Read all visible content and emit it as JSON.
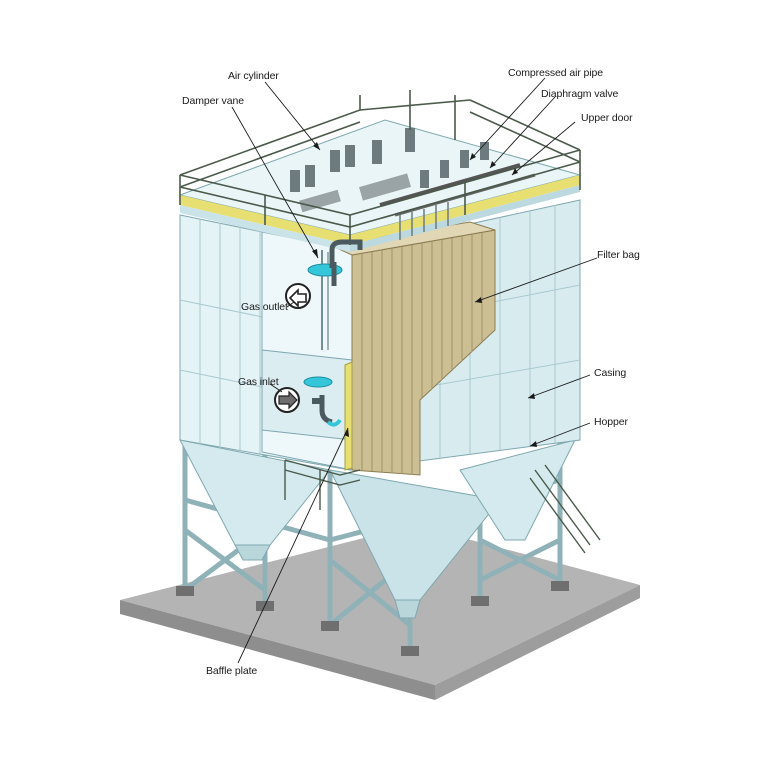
{
  "labels": {
    "air_cylinder": "Air cylinder",
    "damper_vane": "Damper vane",
    "compressed_air_pipe": "Compressed air pipe",
    "diaphragm_valve": "Diaphragm valve",
    "upper_door": "Upper door",
    "filter_bag": "Filter bag",
    "gas_outlet": "Gas outlet",
    "gas_inlet": "Gas inlet",
    "casing": "Casing",
    "hopper": "Hopper",
    "baffle_plate": "Baffle plate"
  },
  "colors": {
    "casing": "#e4f3f6",
    "casing_dark": "#c9e3e8",
    "casing_line": "#7fa8b0",
    "steel": "#9bbcc2",
    "handrail": "#4a5a4a",
    "yellow_trim": "#e8df72",
    "filter_bag": "#cdbf94",
    "filter_bag_shadow": "#a89a6e",
    "base": "#a9a9a9",
    "cyan": "#35c6d9",
    "leader": "#1a1a1a"
  }
}
